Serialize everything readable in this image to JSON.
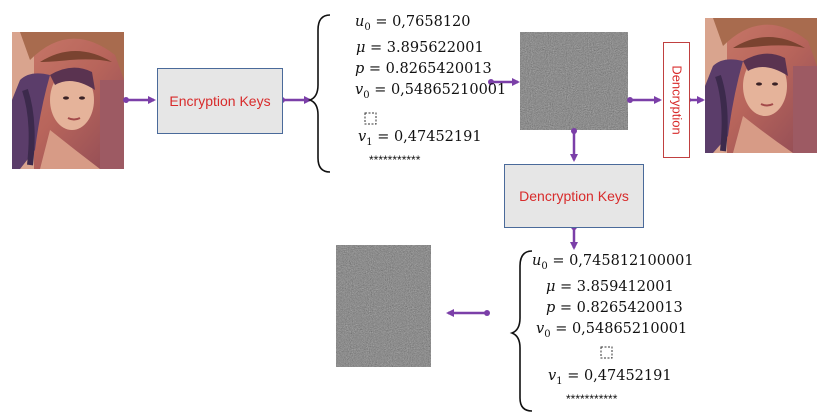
{
  "encryption_box": {
    "label": "Encryption Keys"
  },
  "decryption_vertical": {
    "label": "Dencryption"
  },
  "decryption_keys_box": {
    "label": "Dencryption Keys"
  },
  "keys_top": {
    "u0": "= 0,7658120",
    "mu": "= 3.895622001",
    "p": "= 0.8265420013",
    "v0": "= 0,54865210001",
    "v1": "= 0,47452191",
    "stars": "***********"
  },
  "keys_bottom": {
    "u0": "= 0,745812100001",
    "mu": "= 3.859412001",
    "p": "= 0.8265420013",
    "v0": "= 0,54865210001",
    "v1": "= 0,47452191",
    "stars": "***********"
  },
  "colors": {
    "arrow": "#7b3fa8",
    "box_text": "#d82b2b",
    "box_bg": "#e6e6e6"
  }
}
